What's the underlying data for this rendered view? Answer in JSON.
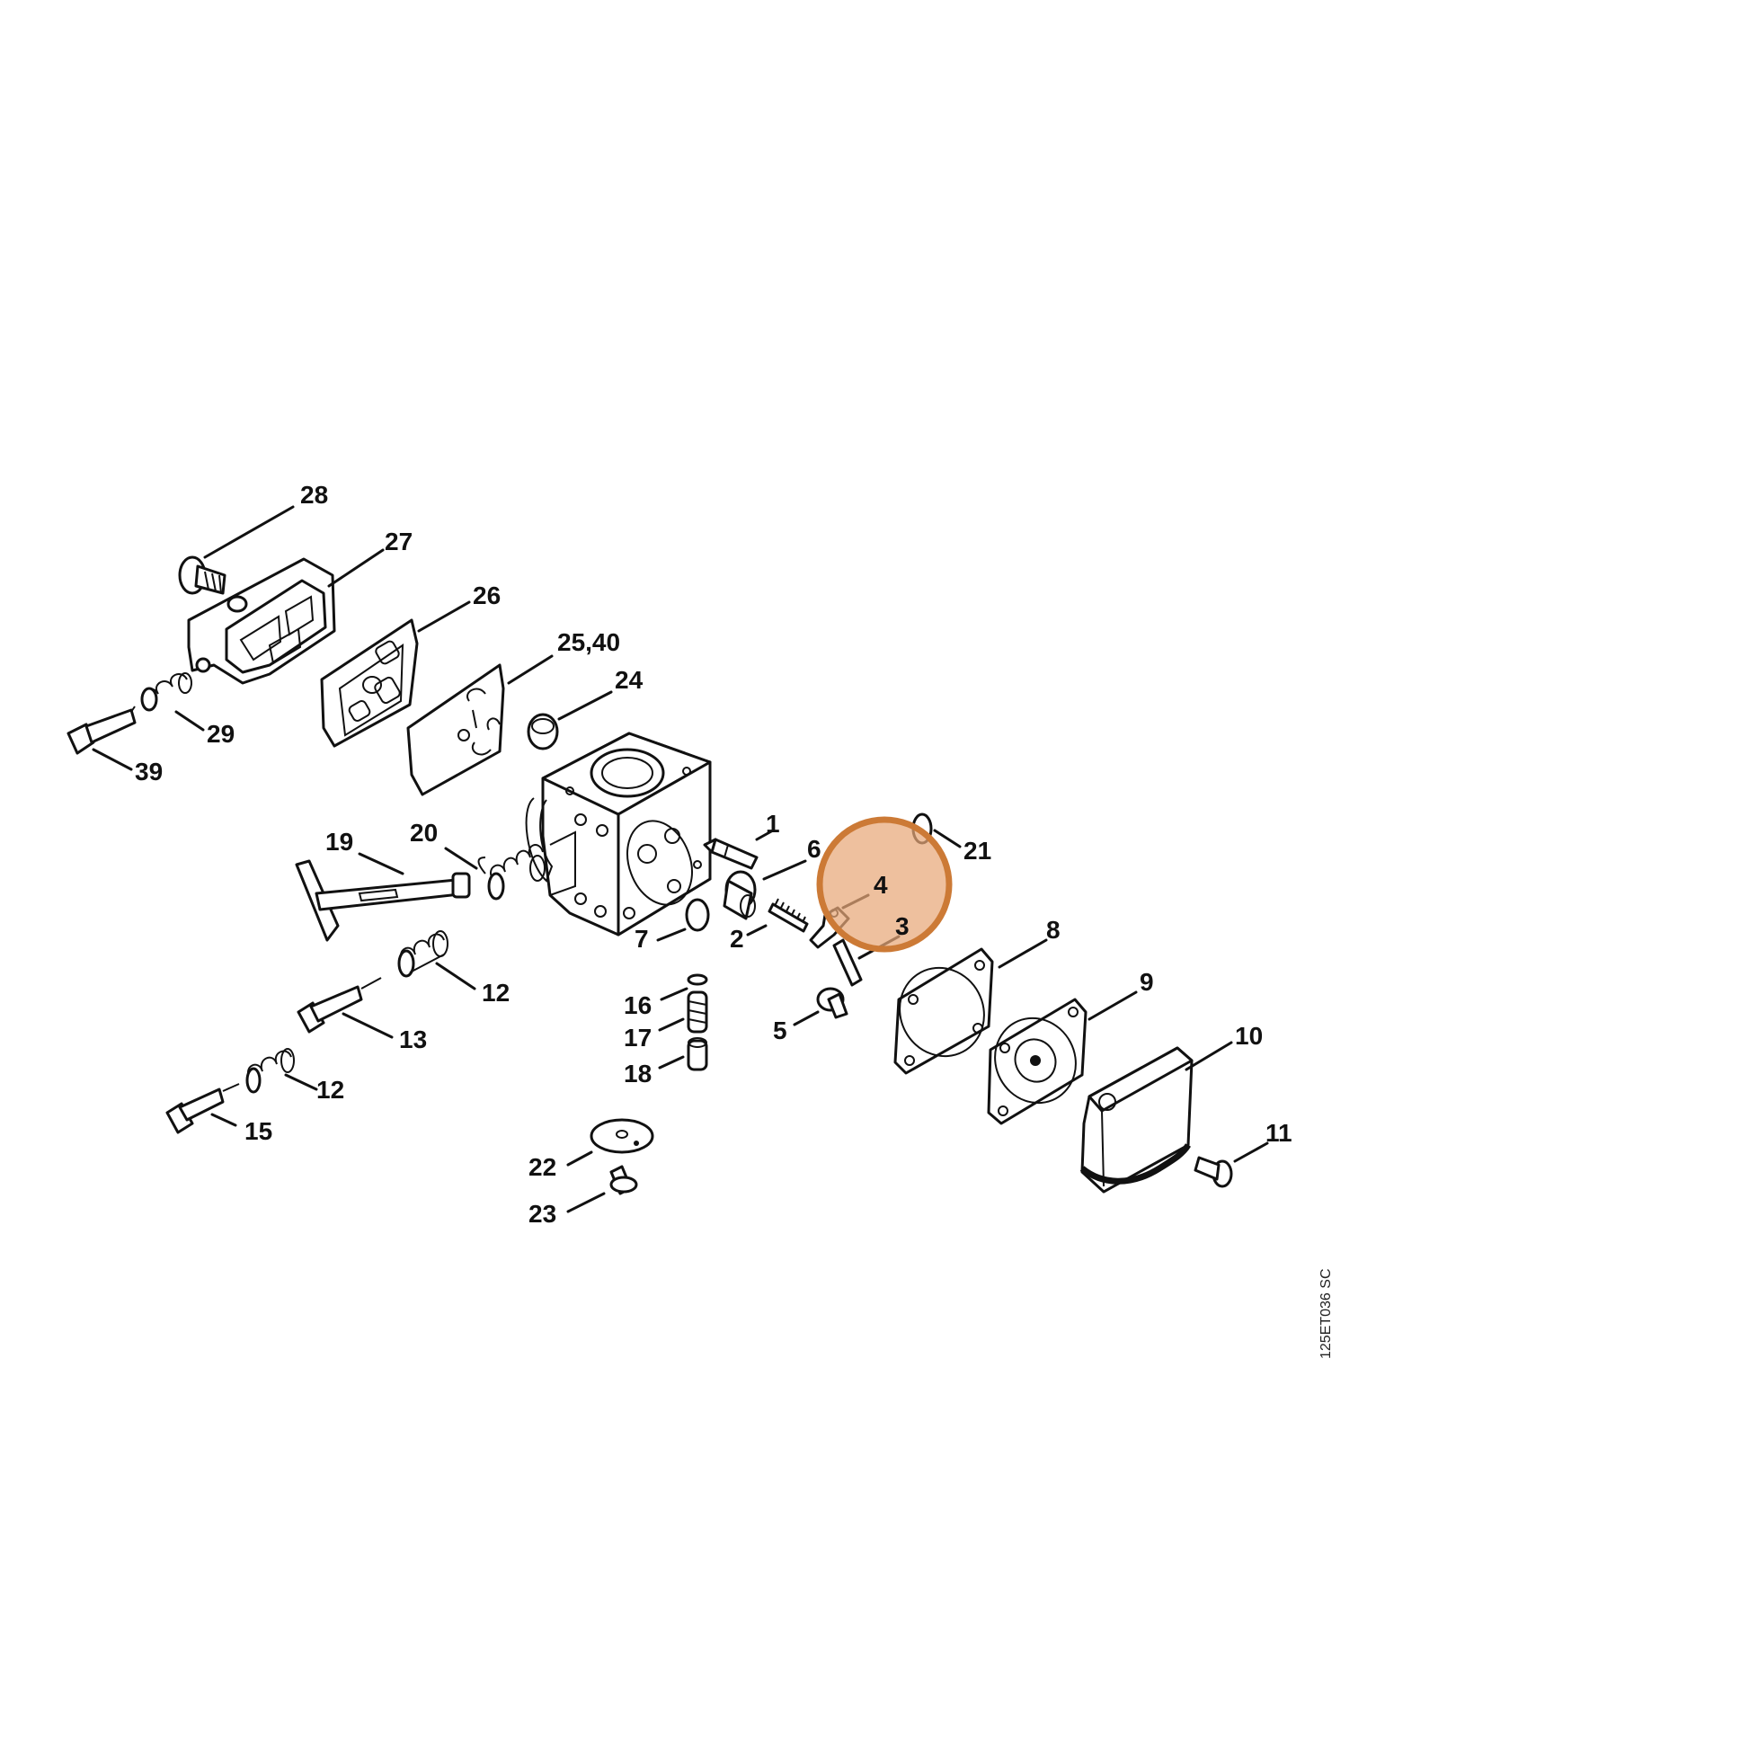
{
  "diagram": {
    "drawing_code": "125ET036 SC",
    "highlight_color": "#cc7a36",
    "callouts": {
      "c28": "28",
      "c27": "27",
      "c26": "26",
      "c25_40": "25,40",
      "c24": "24",
      "c29": "29",
      "c39": "39",
      "c19": "19",
      "c20": "20",
      "c1": "1",
      "c6": "6",
      "c4": "4",
      "c3": "3",
      "c21": "21",
      "c7": "7",
      "c2": "2",
      "c8": "8",
      "c9": "9",
      "c10": "10",
      "c11": "11",
      "c12a": "12",
      "c13": "13",
      "c12b": "12",
      "c15": "15",
      "c16": "16",
      "c17": "17",
      "c18": "18",
      "c5": "5",
      "c22": "22",
      "c23": "23"
    }
  }
}
